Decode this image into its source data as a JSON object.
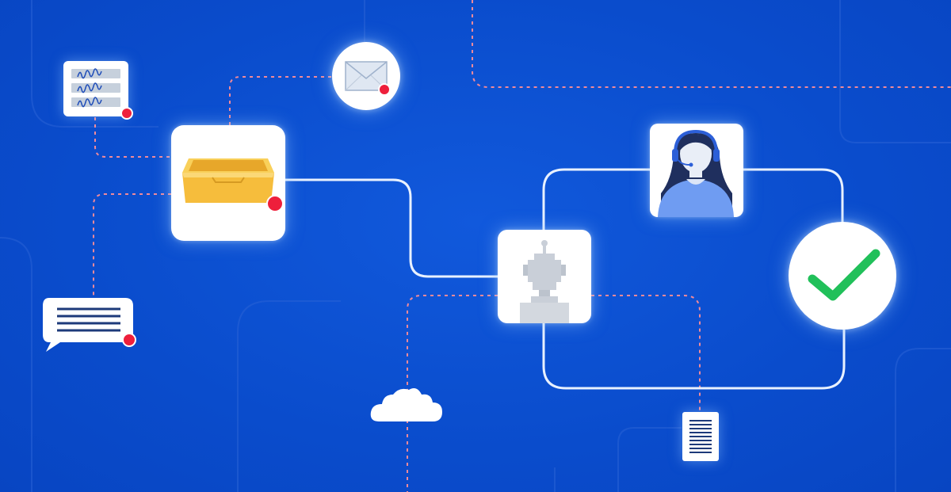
{
  "diagram": {
    "nodes": [
      {
        "id": "notes",
        "icon": "notes-list-icon",
        "kind": "card",
        "alert": true
      },
      {
        "id": "mail",
        "icon": "envelope-icon",
        "kind": "circle",
        "alert": true
      },
      {
        "id": "inbox",
        "icon": "inbox-tray-icon",
        "kind": "card",
        "alert": true
      },
      {
        "id": "chat",
        "icon": "chat-bubble-icon",
        "kind": "bubble",
        "alert": true
      },
      {
        "id": "bot",
        "icon": "robot-icon",
        "kind": "card",
        "alert": false
      },
      {
        "id": "agent",
        "icon": "support-agent-icon",
        "kind": "card",
        "alert": false
      },
      {
        "id": "done",
        "icon": "checkmark-icon",
        "kind": "circle",
        "alert": false
      },
      {
        "id": "cloud",
        "icon": "cloud-icon",
        "kind": "shape",
        "alert": false
      },
      {
        "id": "document",
        "icon": "document-icon",
        "kind": "card",
        "alert": false
      }
    ],
    "connections": [
      {
        "from": "inbox",
        "to": "bot",
        "style": "solid"
      },
      {
        "from": "bot",
        "to": "agent",
        "style": "solid"
      },
      {
        "from": "agent",
        "to": "done",
        "style": "solid"
      },
      {
        "from": "bot",
        "to": "done",
        "style": "solid"
      },
      {
        "from": "inbox",
        "to": "mail",
        "style": "dashed"
      },
      {
        "from": "inbox",
        "to": "notes",
        "style": "dashed"
      },
      {
        "from": "inbox",
        "to": "chat",
        "style": "dashed"
      },
      {
        "from": "bot",
        "to": "cloud",
        "style": "dashed"
      },
      {
        "from": "bot",
        "to": "document",
        "style": "dashed"
      }
    ]
  },
  "colors": {
    "background": "#0b4fd1",
    "solid_line": "#e8f1ff",
    "dashed_line": "#f08a9a",
    "alert_dot": "#ee1f3b",
    "tray": "#f6bd3c",
    "check": "#21c05a",
    "agent": "#6f9cf2",
    "hair": "#1f2f5e",
    "robot": "#c9cfd8"
  }
}
